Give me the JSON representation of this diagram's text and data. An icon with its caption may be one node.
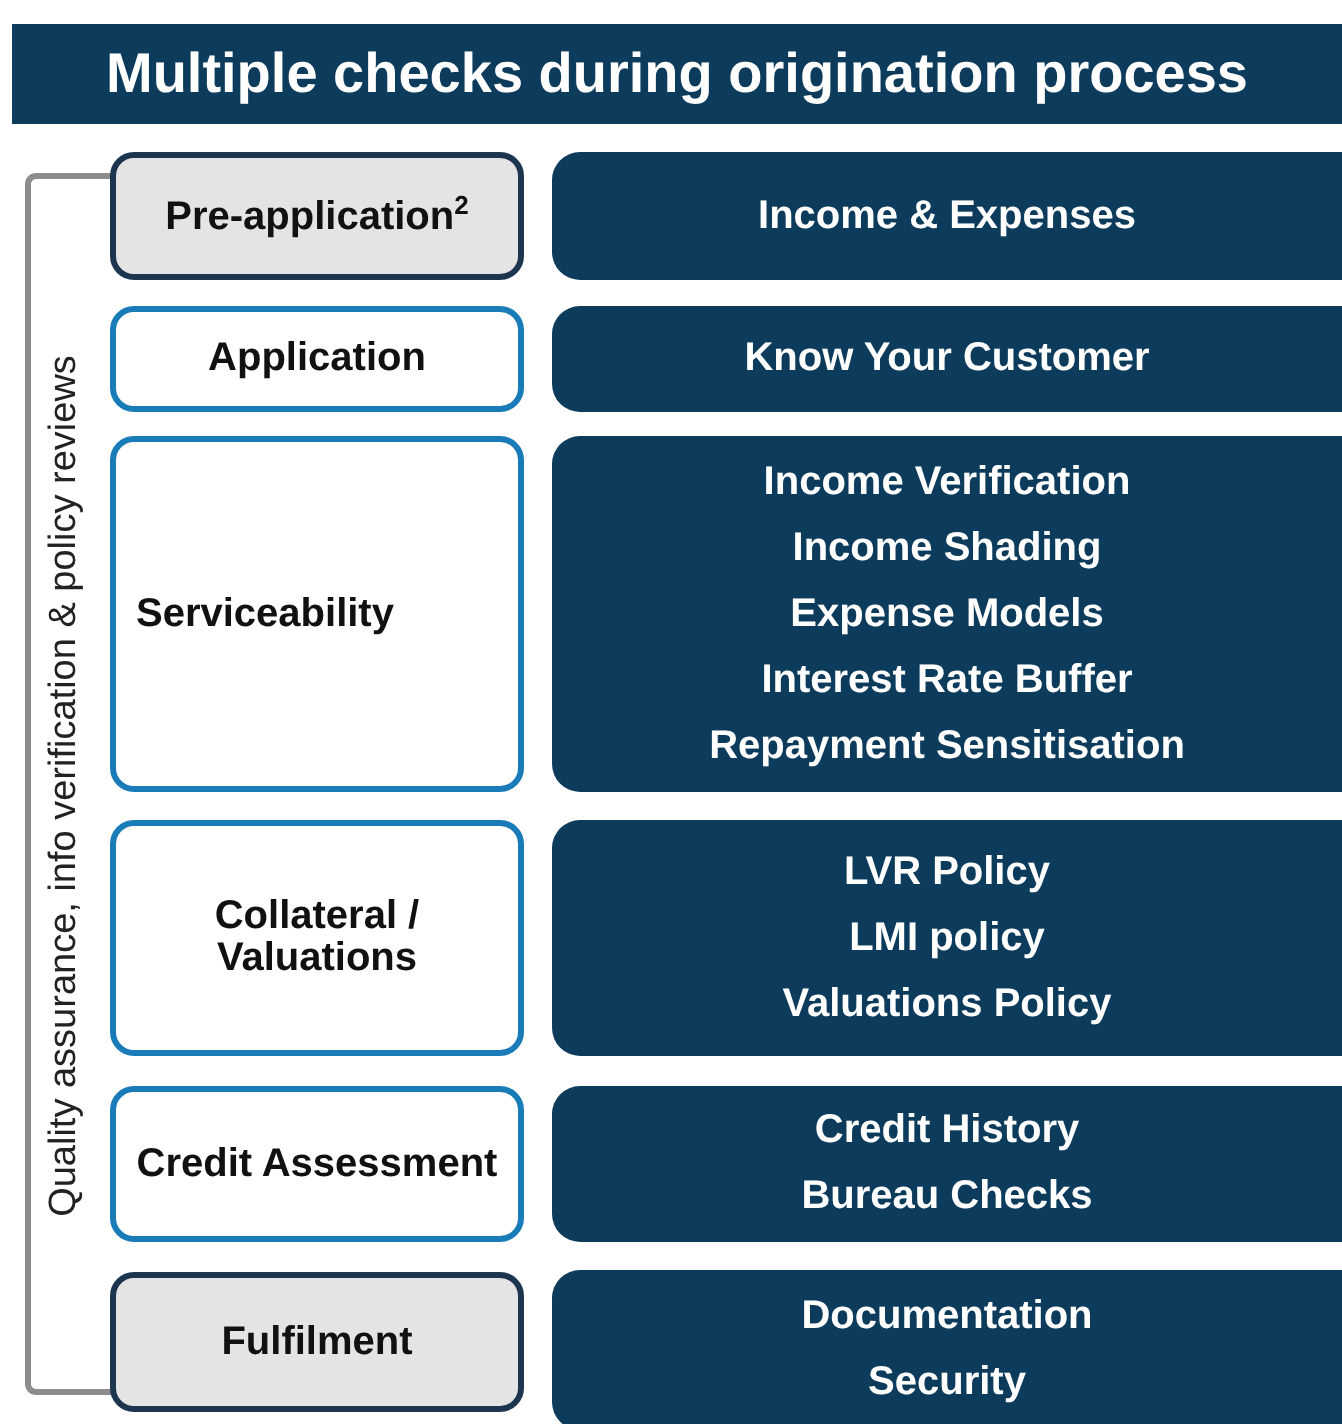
{
  "diagram": {
    "title": "Multiple checks during origination process",
    "nodes": [
      {
        "text": [
          "Pre-application$^{2}$"
        ]
      },
      {
        "text": [
          "Application"
        ]
      },
      {
        "text": [
          "Serviceability"
        ]
      },
      {
        "text": [
          "Collateral / Valuations"
        ]
      },
      {
        "text": [
          "Credit Assessment"
        ]
      },
      {
        "text": [
          "Fulfilment"
        ]
      },
      {
        "text": [
          "Income & Expenses"
        ]
      },
      {
        "text": [
          "Know Your Customer"
        ]
      },
      {
        "text": [
          "Income Verification",
          "Income Shading",
          "Expense Models",
          "Interest Rate Buffer",
          "Repayment Sensitisation"
        ]
      },
      {
        "text": [
          "LVR Policy",
          "LMI policy",
          "Valuations Policy"
        ]
      },
      {
        "text": [
          "Credit History",
          "Bureau Checks"
        ]
      },
      {
        "text": [
          "Documentation",
          "Security"
        ]
      }
    ],
    "labels": [
      "Quality assurance, info verification & policy reviews"
    ]
  }
}
